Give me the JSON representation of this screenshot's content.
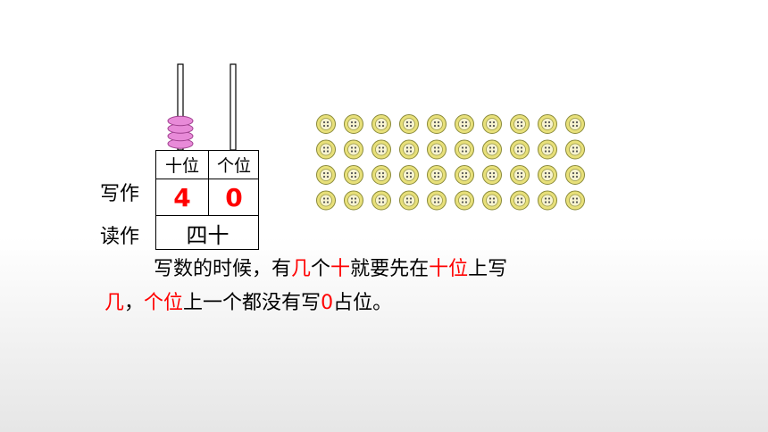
{
  "table": {
    "tens_header": "十位",
    "ones_header": "个位",
    "tens_digit": "4",
    "ones_digit": "0",
    "reading": "四十"
  },
  "labels": {
    "write": "写作",
    "read": "读作"
  },
  "abacus": {
    "tens_beads": 4,
    "ones_beads": 0,
    "bead_color": "#e88ad8"
  },
  "buttons": {
    "rows": 4,
    "cols": 10,
    "count": 40,
    "color": "#e8e07a"
  },
  "rule": {
    "line1": [
      {
        "text": "写数的时候，有",
        "red": false
      },
      {
        "text": "几",
        "red": true
      },
      {
        "text": "个",
        "red": false
      },
      {
        "text": "十",
        "red": true
      },
      {
        "text": "就要先在",
        "red": false
      },
      {
        "text": "十位",
        "red": true
      },
      {
        "text": "上写",
        "red": false
      }
    ],
    "line2": [
      {
        "text": "几",
        "red": true
      },
      {
        "text": "，",
        "red": false
      },
      {
        "text": "个位",
        "red": true
      },
      {
        "text": "上一个都没有写",
        "red": false
      },
      {
        "text": "0",
        "red": true
      },
      {
        "text": "占位。",
        "red": false
      }
    ]
  }
}
